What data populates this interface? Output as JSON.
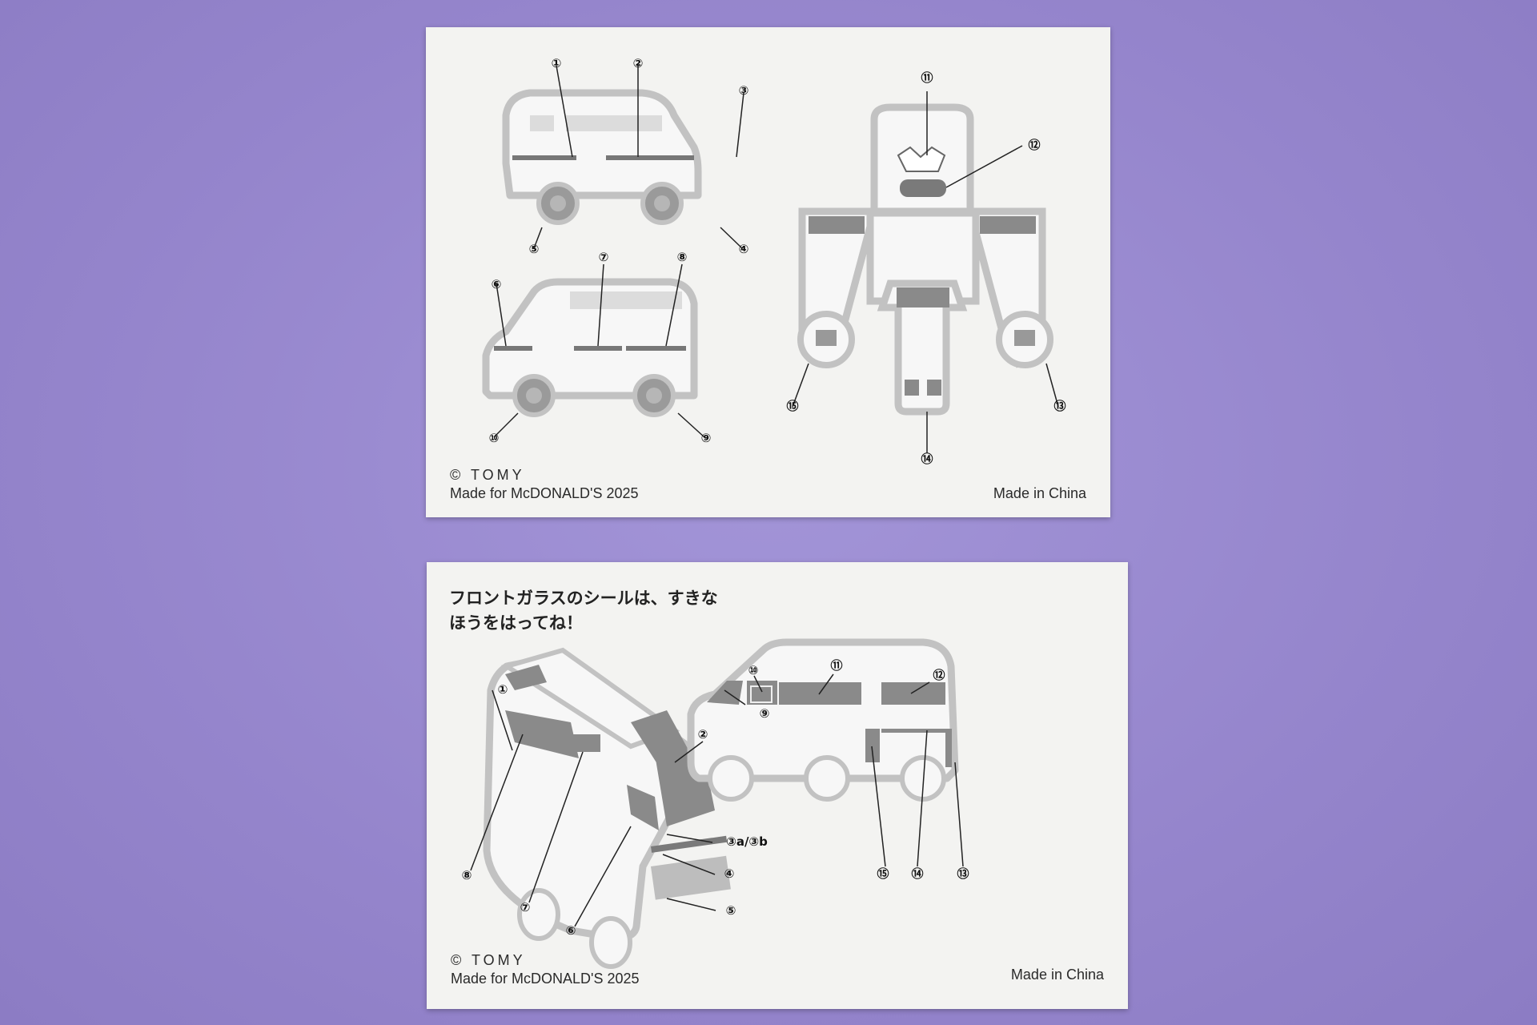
{
  "top_sheet": {
    "copyright": "© TOMY",
    "made_for": "Made for McDONALD'S 2025",
    "made_in": "Made in China",
    "callouts": [
      "①",
      "②",
      "③",
      "④",
      "⑤",
      "⑥",
      "⑦",
      "⑧",
      "⑨",
      "⑩",
      "⑪",
      "⑫",
      "⑬",
      "⑭",
      "⑮"
    ]
  },
  "bottom_sheet": {
    "instruction_line1": "フロントガラスのシールは、すきな",
    "instruction_line2": "ほうをはってね！",
    "copyright": "© TOMY",
    "made_for": "Made for McDONALD'S 2025",
    "made_in": "Made in China",
    "callouts": [
      "①",
      "②",
      "③a/③b",
      "④",
      "⑤",
      "⑥",
      "⑦",
      "⑧",
      "⑨",
      "⑩",
      "⑪",
      "⑫",
      "⑬",
      "⑭",
      "⑮"
    ]
  },
  "colors": {
    "background": "#9a8ad0",
    "paper": "#f3f3f1",
    "sticker_gray": "#8e8e8e",
    "outline_gray": "#b8b8b8"
  }
}
